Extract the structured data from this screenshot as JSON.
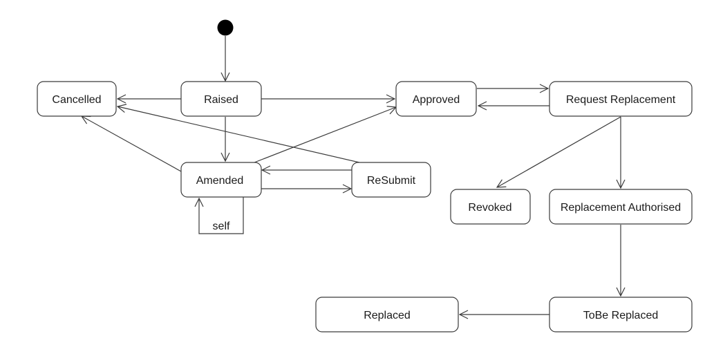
{
  "diagram": {
    "type": "state-machine",
    "colors": {
      "stroke": "#3a3a3a",
      "fill": "#ffffff",
      "initial": "#000000",
      "text": "#1a1a1a"
    },
    "states": {
      "cancelled": "Cancelled",
      "raised": "Raised",
      "approved": "Approved",
      "request_replacement": "Request Replacement",
      "amended": "Amended",
      "resubmit": "ReSubmit",
      "revoked": "Revoked",
      "replacement_authorised": "Replacement Authorised",
      "replaced": "Replaced",
      "tobe_replaced": "ToBe Replaced"
    },
    "self_label": "self",
    "transitions": [
      [
        "initial",
        "raised"
      ],
      [
        "raised",
        "cancelled"
      ],
      [
        "raised",
        "approved"
      ],
      [
        "raised",
        "amended"
      ],
      [
        "approved",
        "request_replacement"
      ],
      [
        "request_replacement",
        "approved"
      ],
      [
        "amended",
        "cancelled"
      ],
      [
        "amended",
        "approved"
      ],
      [
        "amended",
        "resubmit"
      ],
      [
        "resubmit",
        "amended"
      ],
      [
        "resubmit",
        "cancelled"
      ],
      [
        "amended",
        "amended"
      ],
      [
        "request_replacement",
        "revoked"
      ],
      [
        "request_replacement",
        "replacement_authorised"
      ],
      [
        "replacement_authorised",
        "tobe_replaced"
      ],
      [
        "tobe_replaced",
        "replaced"
      ]
    ]
  }
}
